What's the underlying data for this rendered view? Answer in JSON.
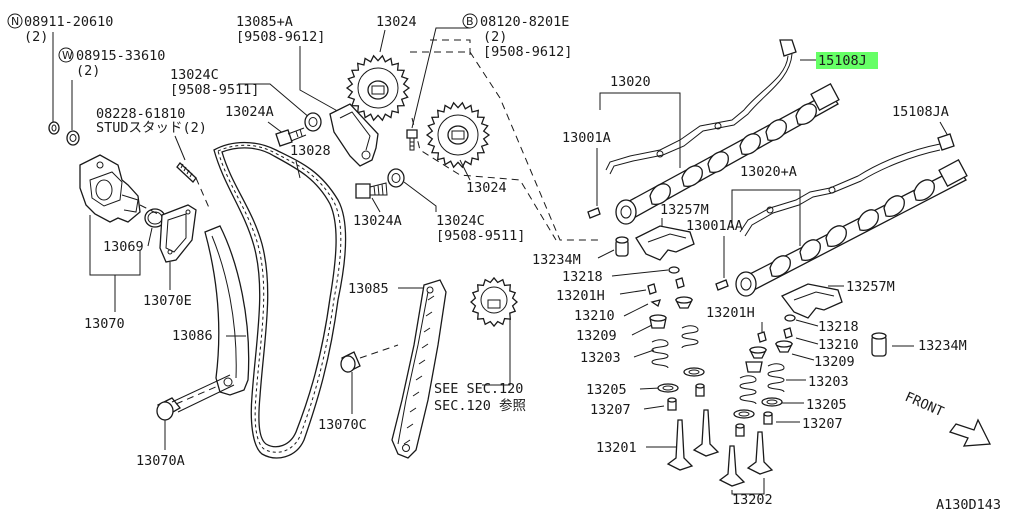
{
  "diagram": {
    "highlight_color": "#66ff66",
    "labels": {
      "l_08911": "08911-20610",
      "l_08911_qty": "(2)",
      "l_08915": "08915-33610",
      "l_08915_qty": "(2)",
      "l_08228": "08228-61810",
      "l_stud": "STUDスタッド(2)",
      "l_13085a": "13085+A",
      "l_9508_9612_a": "[9508-9612]",
      "l_13024_top": "13024",
      "l_08120": "08120-8201E",
      "l_08120_qty": "(2)",
      "l_9508_9612_b": "[9508-9612]",
      "l_13024c_top": "13024C",
      "l_9508_9511_a": "[9508-9511]",
      "l_13024a_top": "13024A",
      "l_13028": "13028",
      "l_13024_mid": "13024",
      "l_13024a_mid": "13024A",
      "l_13024c_mid": "13024C",
      "l_9508_9511_b": "[9508-9511]",
      "l_13069": "13069",
      "l_13070e": "13070E",
      "l_13070": "13070",
      "l_13086": "13086",
      "l_13085": "13085",
      "l_13070c": "13070C",
      "l_13070a": "13070A",
      "l_see_sec": "SEE SEC.120",
      "l_sec_ref": "SEC.120 参照",
      "l_13020": "13020",
      "l_15108j": "15108J",
      "l_15108ja": "15108JA",
      "l_13001a": "13001A",
      "l_13020a": "13020+A",
      "l_13257m_top": "13257M",
      "l_13001aa": "13001AA",
      "l_13234m_left": "13234M",
      "l_13218_left": "13218",
      "l_13201h_left": "13201H",
      "l_13210_left": "13210",
      "l_13209_left": "13209",
      "l_13203_left": "13203",
      "l_13205_left": "13205",
      "l_13207_left": "13207",
      "l_13201": "13201",
      "l_13201h_right": "13201H",
      "l_13257m_right": "13257M",
      "l_13218_right": "13218",
      "l_13210_right": "13210",
      "l_13209_right": "13209",
      "l_13234m_right": "13234M",
      "l_13203_right": "13203",
      "l_13205_right": "13205",
      "l_13207_right": "13207",
      "l_13202": "13202",
      "l_front": "FRONT",
      "l_code": "A130D143"
    },
    "symbols": {
      "n": "N",
      "w": "W",
      "b": "B"
    }
  }
}
